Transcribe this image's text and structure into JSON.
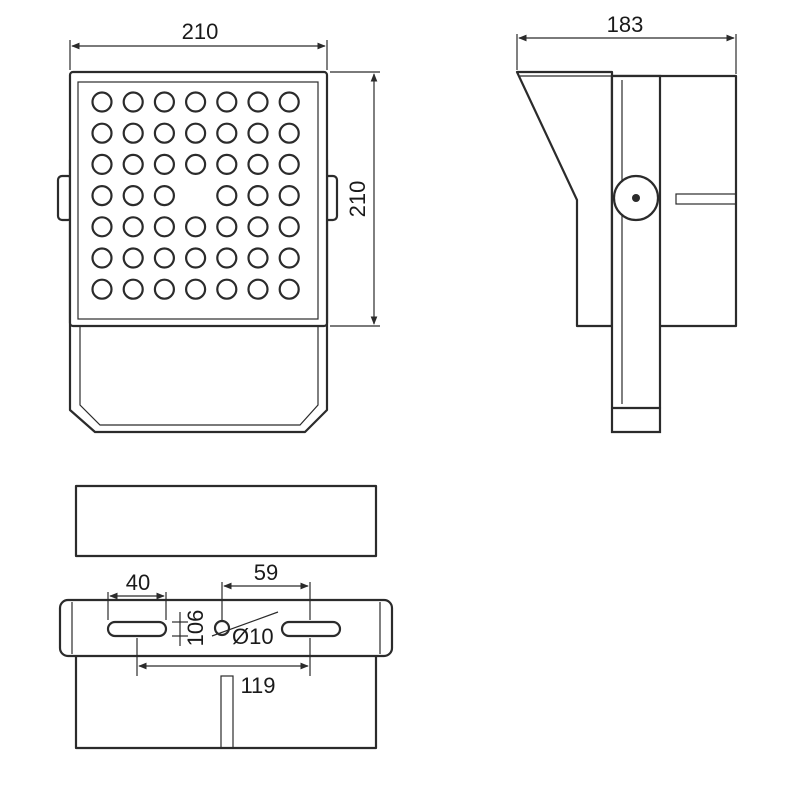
{
  "drawing": {
    "front_view": {
      "width_label": "210",
      "height_label": "210",
      "led_rows": [
        [
          1,
          1,
          1,
          1,
          1,
          1,
          1
        ],
        [
          1,
          1,
          1,
          1,
          1,
          1,
          1
        ],
        [
          1,
          1,
          1,
          1,
          1,
          1,
          1
        ],
        [
          1,
          1,
          1,
          0,
          1,
          1,
          1
        ],
        [
          1,
          1,
          1,
          1,
          1,
          1,
          1
        ],
        [
          1,
          1,
          1,
          1,
          1,
          1,
          1
        ],
        [
          1,
          1,
          1,
          1,
          1,
          1,
          1
        ]
      ]
    },
    "side_view": {
      "depth_label": "183"
    },
    "bottom_view": {
      "slot_width_label": "40",
      "offset_label": "59",
      "slot_height_label": "106",
      "hole_label": "Ø10",
      "slot_spacing_label": "119"
    }
  },
  "colors": {
    "line": "#2b2b2b",
    "background": "#ffffff"
  }
}
